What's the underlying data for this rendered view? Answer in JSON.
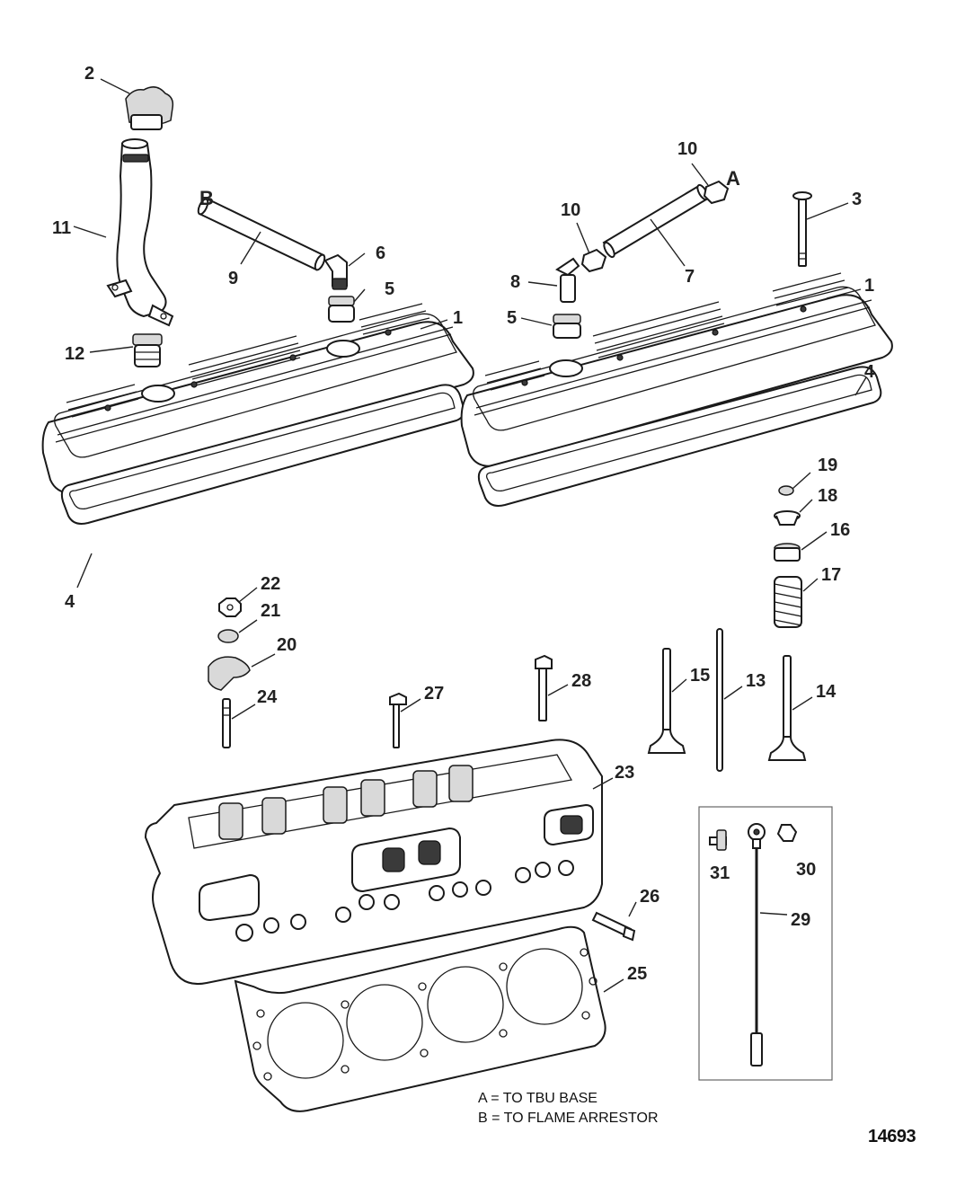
{
  "callouts": {
    "c1a": "1",
    "c1b": "1",
    "c2": "2",
    "c3": "3",
    "c4a": "4",
    "c4b": "4",
    "c5a": "5",
    "c5b": "5",
    "c6": "6",
    "c7": "7",
    "c8": "8",
    "c9": "9",
    "c10a": "10",
    "c10b": "10",
    "c11": "11",
    "c12": "12",
    "c13": "13",
    "c14": "14",
    "c15": "15",
    "c16": "16",
    "c17": "17",
    "c18": "18",
    "c19": "19",
    "c20": "20",
    "c21": "21",
    "c22": "22",
    "c23": "23",
    "c24": "24",
    "c25": "25",
    "c26": "26",
    "c27": "27",
    "c28": "28",
    "c29": "29",
    "c30": "30",
    "c31": "31"
  },
  "connection_markers": {
    "a": "A",
    "b": "B"
  },
  "legend": {
    "line_a": "A = TO TBU BASE",
    "line_b": "B = TO FLAME ARRESTOR"
  },
  "drawing_number": "14693"
}
